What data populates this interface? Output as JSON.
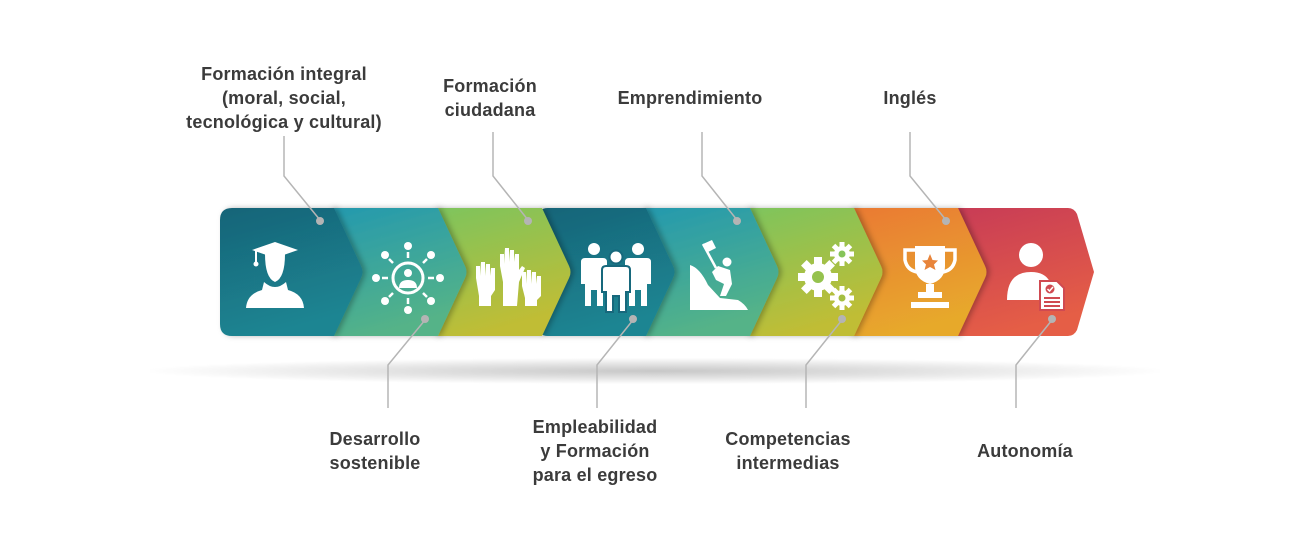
{
  "diagram": {
    "type": "chevron-process",
    "steps": [
      {
        "id": 1,
        "label": "Formación integral\n(moral, social,\ntecnológica y cultural)",
        "position": "top",
        "icon": "graduate-icon",
        "color_top": "#1a6f85",
        "color_bottom": "#1c8a93"
      },
      {
        "id": 2,
        "label": "Desarrollo\nsostenible",
        "position": "bottom",
        "icon": "network-person-icon",
        "color_top": "#2a9aab",
        "color_bottom": "#4fb08c"
      },
      {
        "id": 3,
        "label": "Formación\nciudadana",
        "position": "top",
        "icon": "raised-hands-icon",
        "color_top": "#7dc25e",
        "color_bottom": "#b9c03a"
      },
      {
        "id": 4,
        "label": "Empleabilidad\ny Formación\npara el egreso",
        "position": "bottom",
        "icon": "group-people-icon",
        "color_top": "#1a6f85",
        "color_bottom": "#1c8a93"
      },
      {
        "id": 5,
        "label": "Emprendimiento",
        "position": "top",
        "icon": "climber-flag-icon",
        "color_top": "#2a9aab",
        "color_bottom": "#4fb08c"
      },
      {
        "id": 6,
        "label": "Competencias\nintermedias",
        "position": "bottom",
        "icon": "gears-icon",
        "color_top": "#7dc25e",
        "color_bottom": "#b9c03a"
      },
      {
        "id": 7,
        "label": "Inglés",
        "position": "top",
        "icon": "trophy-star-icon",
        "color_top": "#e97a33",
        "color_bottom": "#e8a22e"
      },
      {
        "id": 8,
        "label": "Autonomía",
        "position": "bottom",
        "icon": "person-document-icon",
        "color_top": "#c93f55",
        "color_bottom": "#e2594a"
      }
    ]
  },
  "colors": {
    "label_text": "#3b3b3b",
    "connector": "#b5b5b5",
    "dot": "#b0b0b0",
    "icon": "#ffffff"
  }
}
